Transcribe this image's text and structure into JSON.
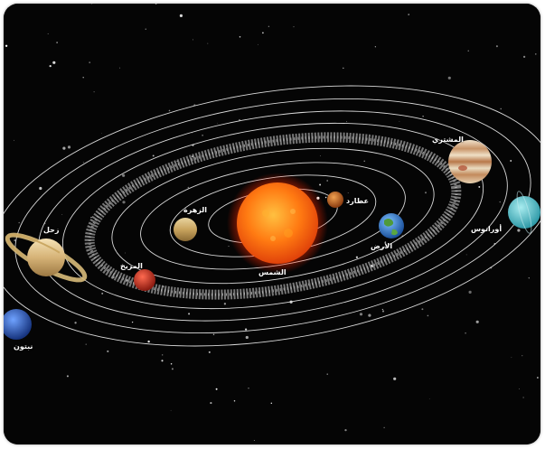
{
  "colors": {
    "background": "#050505",
    "orbit": "#d9d9d9",
    "asteroid_belt": "#9a9a9a",
    "sun": "#ff6a10",
    "label": "#ffffff"
  },
  "bodies": {
    "sun": {
      "name": "الشمس",
      "icon": "sun-icon"
    },
    "mercury": {
      "name": "عطارد",
      "icon": "planet-icon"
    },
    "venus": {
      "name": "الزهرة",
      "icon": "planet-icon"
    },
    "earth": {
      "name": "الأرض",
      "icon": "planet-icon"
    },
    "mars": {
      "name": "المريخ",
      "icon": "planet-icon"
    },
    "jupiter": {
      "name": "المشتري",
      "icon": "planet-icon"
    },
    "saturn": {
      "name": "زحل",
      "icon": "planet-icon"
    },
    "uranus": {
      "name": "أورانوس",
      "icon": "planet-icon"
    },
    "neptune": {
      "name": "نبتون",
      "icon": "planet-icon"
    }
  }
}
